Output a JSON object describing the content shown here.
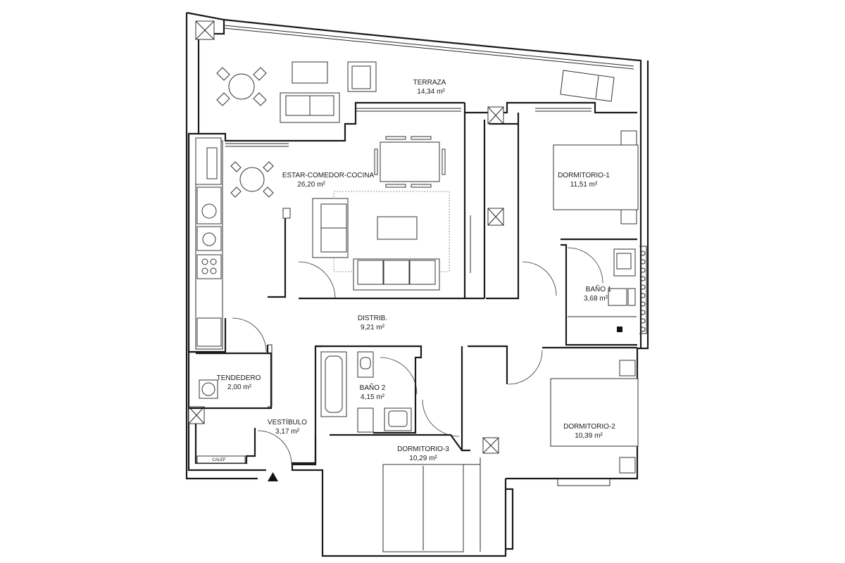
{
  "rooms": [
    {
      "id": "terraza",
      "name": "TERRAZA",
      "area": "14,34 m²"
    },
    {
      "id": "estar",
      "name": "ESTAR-COMEDOR-COCINA",
      "area": "26,20 m²"
    },
    {
      "id": "dormitorio1",
      "name": "DORMITORIO-1",
      "area": "11,51 m²"
    },
    {
      "id": "bano1",
      "name": "BAÑO 1",
      "area": "3,68 m²"
    },
    {
      "id": "distrib",
      "name": "DISTRIB.",
      "area": "9,21 m²"
    },
    {
      "id": "tendedero",
      "name": "TENDEDERO",
      "area": "2,00 m²"
    },
    {
      "id": "bano2",
      "name": "BAÑO 2",
      "area": "4,15 m²"
    },
    {
      "id": "vestibulo",
      "name": "VESTÍBULO",
      "area": "3,17 m²"
    },
    {
      "id": "dormitorio2",
      "name": "DORMITORIO-2",
      "area": "10,39 m²"
    },
    {
      "id": "dormitorio3",
      "name": "DORMITORIO-3",
      "area": "10,29 m²"
    }
  ],
  "equipment": {
    "calef_label": "CALEF"
  },
  "icons": {
    "entrance": "entrance-arrow-icon"
  }
}
